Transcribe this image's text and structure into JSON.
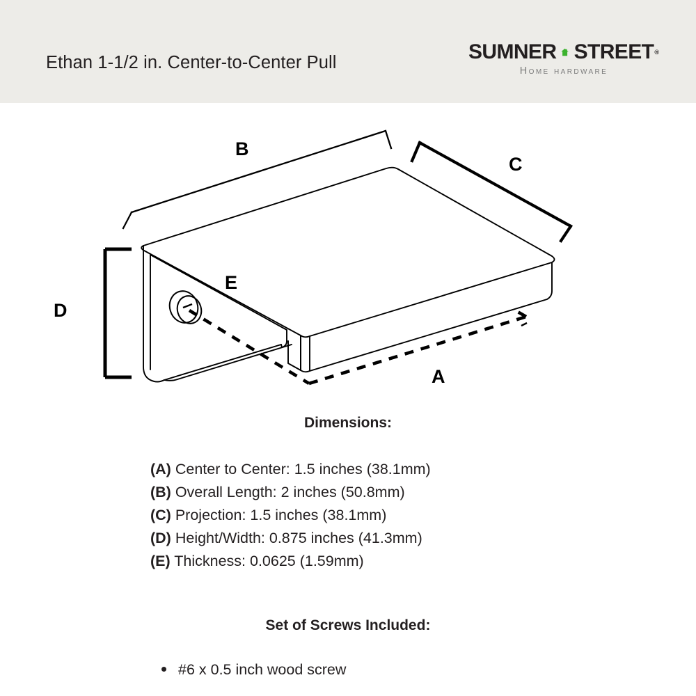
{
  "header": {
    "title": "Ethan 1-1/2 in. Center-to-Center Pull",
    "background_color": "#edece8",
    "logo": {
      "word_left": "SUMNER",
      "word_right": "STREET",
      "registered_mark": "®",
      "tagline": "Home Hardware",
      "house_icon": "house-icon",
      "house_color": "#3cb22e",
      "text_color": "#231f20",
      "tagline_color": "#7b7b7b"
    }
  },
  "drawing": {
    "labels": {
      "a": "A",
      "b": "B",
      "c": "C",
      "d": "D",
      "e": "E"
    },
    "line_color": "#000000"
  },
  "dimensions": {
    "heading": "Dimensions:",
    "items": [
      {
        "key": "(A)",
        "text": " Center to Center: 1.5 inches (38.1mm)"
      },
      {
        "key": "(B)",
        "text": " Overall Length: 2 inches (50.8mm)"
      },
      {
        "key": "(C)",
        "text": " Projection: 1.5 inches (38.1mm)"
      },
      {
        "key": "(D)",
        "text": " Height/Width: 0.875 inches (41.3mm)"
      },
      {
        "key": "(E)",
        "text": " Thickness: 0.0625 (1.59mm)"
      }
    ]
  },
  "screws": {
    "heading": "Set of Screws Included:",
    "items": [
      "#6 x 0.5 inch wood screw"
    ]
  }
}
